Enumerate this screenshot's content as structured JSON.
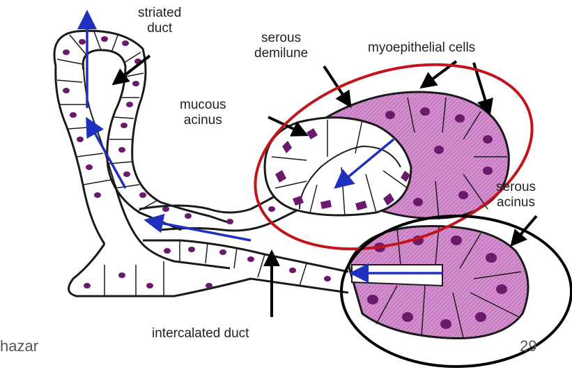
{
  "labels": {
    "striated_duct": "striated\nduct",
    "serous_demilune": "serous\ndemilune",
    "myoepithelial_cells": "myoepithelial cells",
    "mucous_acinus": "mucous\nacinus",
    "serous_acinus": "serous\nacinus",
    "intercalated_duct": "intercalated duct"
  },
  "footer": {
    "author_fragment": "hazar",
    "page_number": "29"
  },
  "colors": {
    "cell_outline": "#1a1a1a",
    "nucleus": "#6b1a6b",
    "serous_cytoplasm": "#d58fd0",
    "flow_arrow": "#1f2fbf",
    "pointer_arrow": "#000000",
    "highlight_red": "#c0151b",
    "highlight_black": "#000000"
  }
}
